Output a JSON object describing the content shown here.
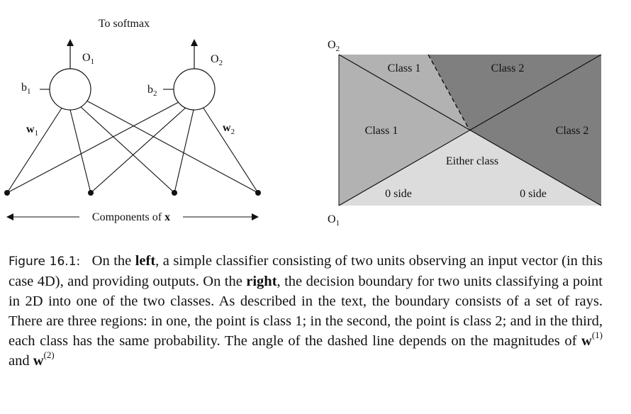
{
  "left_diagram": {
    "top_label": "To softmax",
    "output1_label": "O",
    "output1_sub": "1",
    "output2_label": "O",
    "output2_sub": "2",
    "bias1_label": "b",
    "bias1_sub": "1",
    "bias2_label": "b",
    "bias2_sub": "2",
    "weight1_label": "w",
    "weight1_sub": "1",
    "weight2_label": "w",
    "weight2_sub": "2",
    "components_label": "Components of ",
    "components_var": "x"
  },
  "right_diagram": {
    "axis_top_label": "O",
    "axis_top_sub": "2",
    "axis_bottom_label": "O",
    "axis_bottom_sub": "1",
    "region_class1_top": "Class 1",
    "region_class2_top": "Class 2",
    "region_class1_left": "Class 1",
    "region_class2_right": "Class 2",
    "region_either": "Either class",
    "side_left": "0 side",
    "side_right": "0 side",
    "colors": {
      "class1": "#b2b2b2",
      "class2": "#7f7f7f",
      "either": "#dcdcdc"
    }
  },
  "caption": {
    "label": "Figure 16.1:",
    "t1": "On the ",
    "left_word": "left",
    "t2": ", a simple classifier consisting of two units observing an input vector (in this case 4D), and providing outputs. On the ",
    "right_word": "right",
    "t3": ", the decision boundary for two units classifying a point in 2D into one of the two classes. As described in the text, the boundary consists of a set of rays. There are three regions: in one, the point is class 1; in the second, the point is class 2; and in the third, each class has the same probability. The angle of the dashed line depends on the magnitudes of ",
    "w_var": "w",
    "sup1": "(1)",
    "t4": " and ",
    "sup2": "(2)"
  }
}
